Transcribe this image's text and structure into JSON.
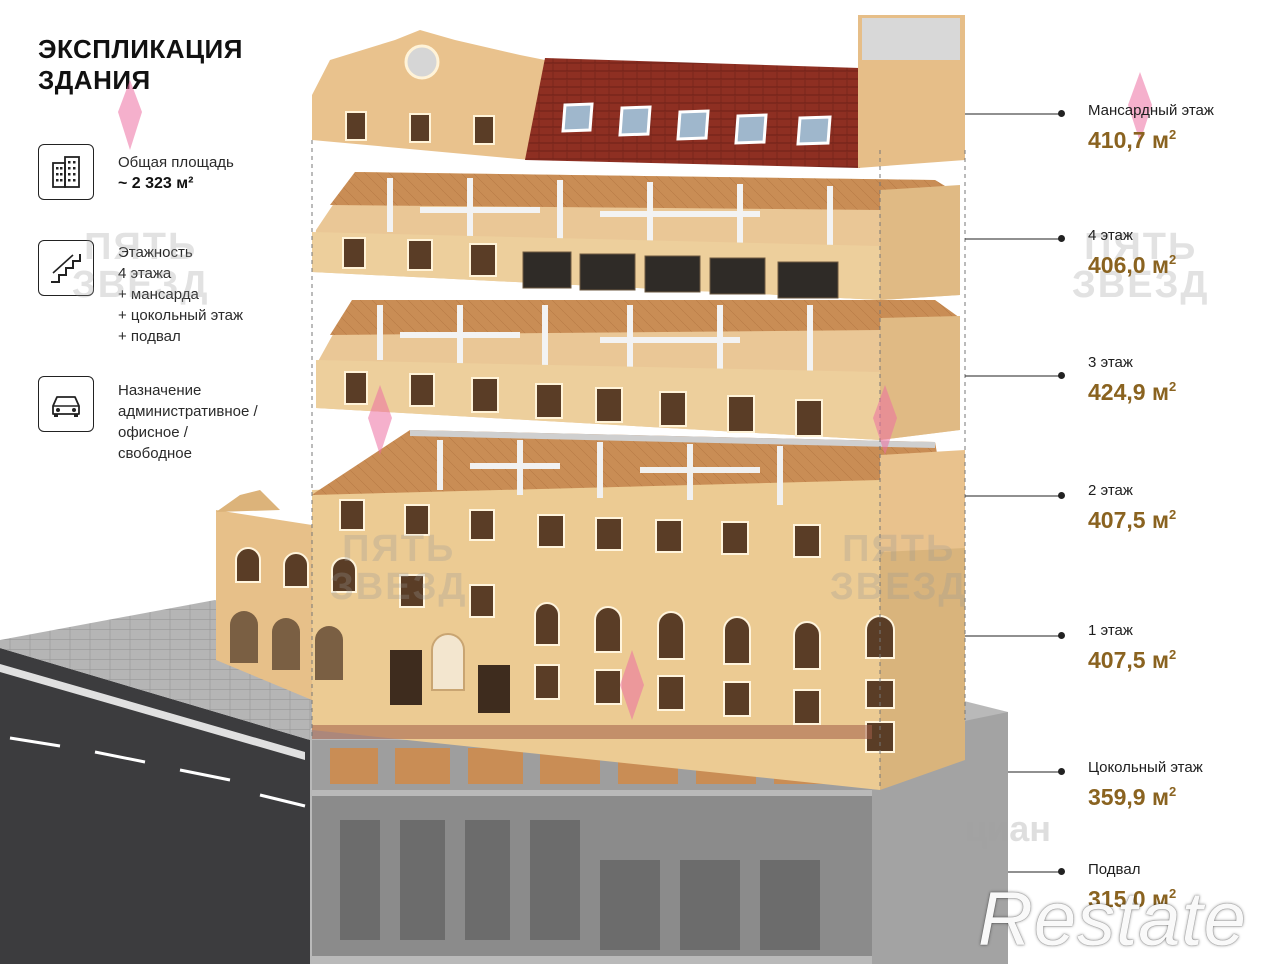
{
  "title": {
    "line1": "ЭКСПЛИКАЦИЯ",
    "line2": "ЗДАНИЯ"
  },
  "info": {
    "area": {
      "icon": "building-icon",
      "label": "Общая площадь",
      "value": "~ 2 323 м²"
    },
    "floors": {
      "icon": "stairs-icon",
      "lines": [
        "Этажность",
        "4 этажа",
        "+ мансарда",
        "+ цокольный этаж",
        "+ подвал"
      ]
    },
    "purpose": {
      "icon": "car-icon",
      "lines": [
        "Назначение",
        "административное /",
        "офисное /",
        "свободное"
      ]
    }
  },
  "floors": [
    {
      "name": "Мансардный этаж",
      "area": "410,7 м",
      "sup": "2"
    },
    {
      "name": "4 этаж",
      "area": "406,0 м",
      "sup": "2"
    },
    {
      "name": "3 этаж",
      "area": "424,9 м",
      "sup": "2"
    },
    {
      "name": "2 этаж",
      "area": "407,5 м",
      "sup": "2"
    },
    {
      "name": "1 этаж",
      "area": "407,5 м",
      "sup": "2"
    },
    {
      "name": "Цокольный этаж",
      "area": "359,9 м",
      "sup": "2"
    },
    {
      "name": "Подвал",
      "area": "315,0 м",
      "sup": "2"
    }
  ],
  "watermarks": {
    "line1": "ПЯТЬ",
    "line2": "ЗВЕЗД",
    "cian": "циан"
  },
  "brand": {
    "name": "Restate"
  },
  "colors": {
    "area_gold": "#8a6320",
    "facade": "#e8c38a",
    "roof": "#8e2f22",
    "concrete": "#b9b9b9"
  }
}
